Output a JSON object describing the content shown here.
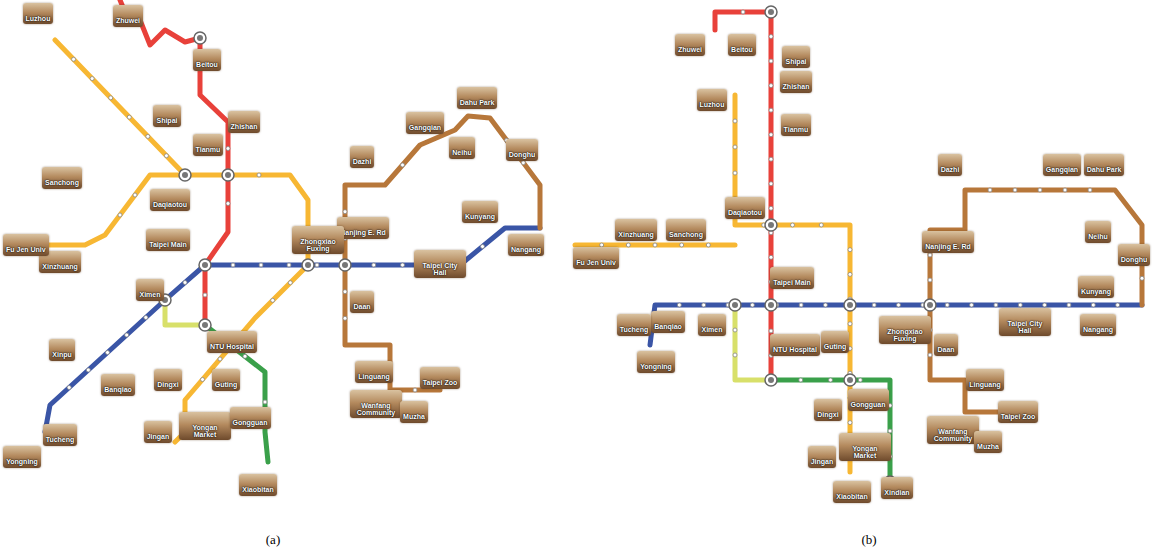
{
  "diagram": {
    "labels": [
      "Luzhou",
      "Zhuwei",
      "Beitou",
      "Shipai",
      "Zhishan",
      "Tianmu",
      "Daqiaotou",
      "Sanchong",
      "Xinzhuang",
      "Fu Jen Univ",
      "Dazhi",
      "Dahu Park",
      "Gangqian",
      "Neihu",
      "Donghu",
      "Kunyang",
      "Nangang",
      "Nanjing E. Rd",
      "Taipei Main",
      "Ximen",
      "NTU Hospital",
      "Xinpu",
      "Banqiao",
      "Yongning",
      "Tucheng",
      "Dingxi",
      "Guting",
      "Yongan Market",
      "Jingan",
      "Gongguan",
      "Xiaobitan",
      "Daan",
      "Linguang",
      "Wanfang Community",
      "Muzha",
      "Taipei Zoo",
      "Taipei City Hall",
      "Zhongxiao Fuxing",
      "(a)",
      "Zhuwei",
      "Beitou",
      "Shipai",
      "Zhishan",
      "Tianmu",
      "Luzhou",
      "Daqiaotou",
      "Sanchong",
      "Xinzhuang",
      "Fu Jen Univ",
      "Dazhi",
      "Gangqian",
      "Dahu Park",
      "Neihu",
      "Donghu",
      "Kunyang",
      "Nangang",
      "Nanjing E. Rd",
      "Banqiao",
      "Tucheng",
      "Yongning",
      "Ximen",
      "Taipei Main",
      "NTU Hospital",
      "Guting",
      "Dingxi",
      "Gongguan",
      "Yongan Market",
      "Jingan",
      "Xiaobitan",
      "Xindian",
      "Daan",
      "Linguang",
      "Wanfang Community",
      "Muzha",
      "Taipei Zoo",
      "Taipei City Hall",
      "Zhongxiao Fuxing",
      "(b)"
    ]
  }
}
